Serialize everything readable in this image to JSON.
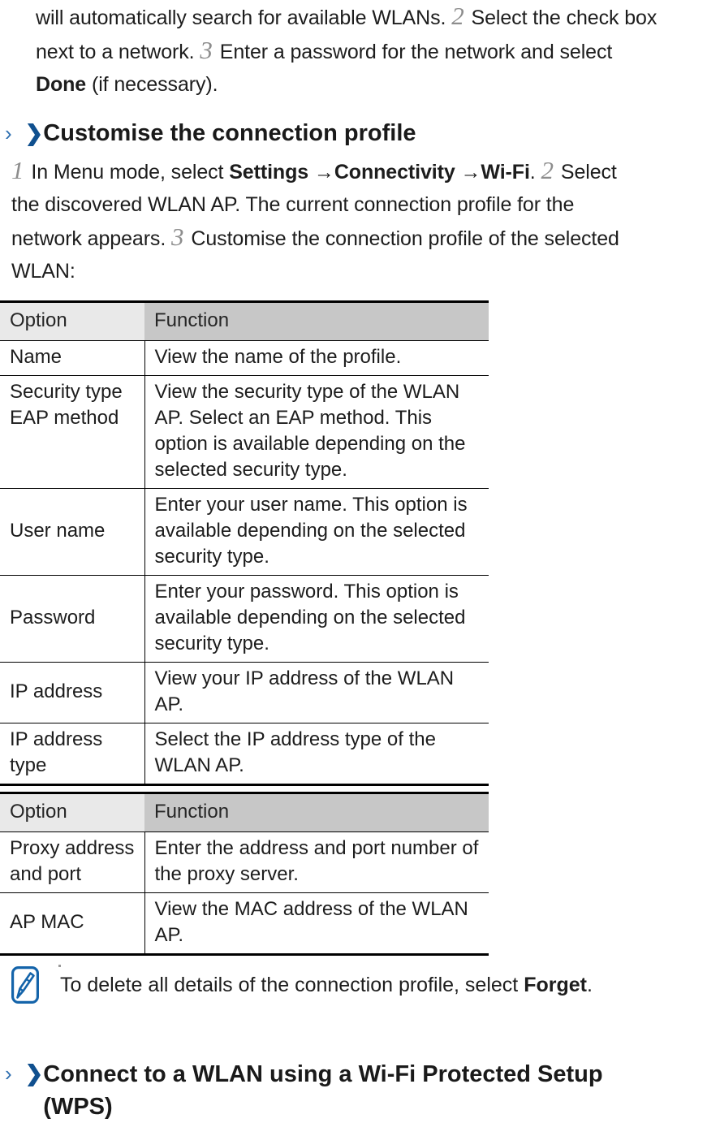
{
  "document": {
    "intro_paragraph": {
      "line1_text_a": "will automatically search for available WLANs.",
      "line1_step": "2",
      "line1_text_b": "Select the check box",
      "line2_text_a": "next to a network.",
      "line2_step": "3",
      "line2_text_b": "Enter a password for the network and select",
      "line3_bold": "Done",
      "line3_text": "(if necessary)."
    },
    "heading_customise": {
      "chevron_light": "›",
      "chevron_dark": "❯",
      "text": "Customise the connection profile"
    },
    "body_customise": {
      "step1": "1",
      "l1_a": "In Menu mode, select",
      "l1_settings": "Settings",
      "l1_arrow1": "→",
      "l1_connectivity": "Connectivity",
      "l1_arrow2": "→",
      "l1_wifi": "Wi-Fi",
      "l1_period": ".",
      "step2": "2",
      "l1_b": "Select",
      "l2": "the discovered WLAN AP. The current connection profile for the",
      "l3_a": "network appears.",
      "step3": "3",
      "l3_b": "Customise the connection profile of the selected",
      "l4": "WLAN:"
    },
    "table_1": {
      "headers": [
        "Option",
        "Function"
      ],
      "rows": [
        {
          "option": "Name",
          "function": "View the name of the profile.",
          "align": "mid"
        },
        {
          "option": "Security type EAP method",
          "function": "View the security type of the WLAN AP. Select an EAP method. This option is available depending on the selected security type.",
          "align": "top"
        },
        {
          "option": "User name",
          "function": "Enter your user name. This option is available depending on the selected security type.",
          "align": "mid"
        },
        {
          "option": "Password",
          "function": "Enter your password. This option is available depending on the selected security type.",
          "align": "mid"
        },
        {
          "option": "IP address",
          "function": "View your IP address of the WLAN AP.",
          "align": "mid"
        },
        {
          "option": "IP address type",
          "function": "Select the IP address type of the WLAN AP.",
          "align": "top"
        }
      ]
    },
    "table_2": {
      "headers": [
        "Option",
        "Function"
      ],
      "rows": [
        {
          "option": "Proxy address and port",
          "function": "Enter the address and port number of the proxy server.",
          "align": "mid"
        },
        {
          "option": "AP MAC",
          "function": "View the MAC address of the WLAN AP.",
          "align": "mid"
        }
      ]
    },
    "note": {
      "icon": "note-pen-icon",
      "text_a": "To delete all details of the connection profile, select",
      "text_bold": "Forget",
      "text_b": "."
    },
    "heading_wps": {
      "chevron_light": "›",
      "chevron_dark": "❯",
      "line1": "Connect to a WLAN using a Wi-Fi Protected Setup",
      "line2": "(WPS)"
    },
    "colors": {
      "chevron_light": "#2e6fb0",
      "chevron_dark": "#10508f",
      "note_icon_blue": "#1464aa",
      "header_option_bg": "#e9e9e9",
      "header_function_bg": "#c7c7c7",
      "step_number": "#8d8d8d",
      "text": "#1d1d1d"
    }
  }
}
